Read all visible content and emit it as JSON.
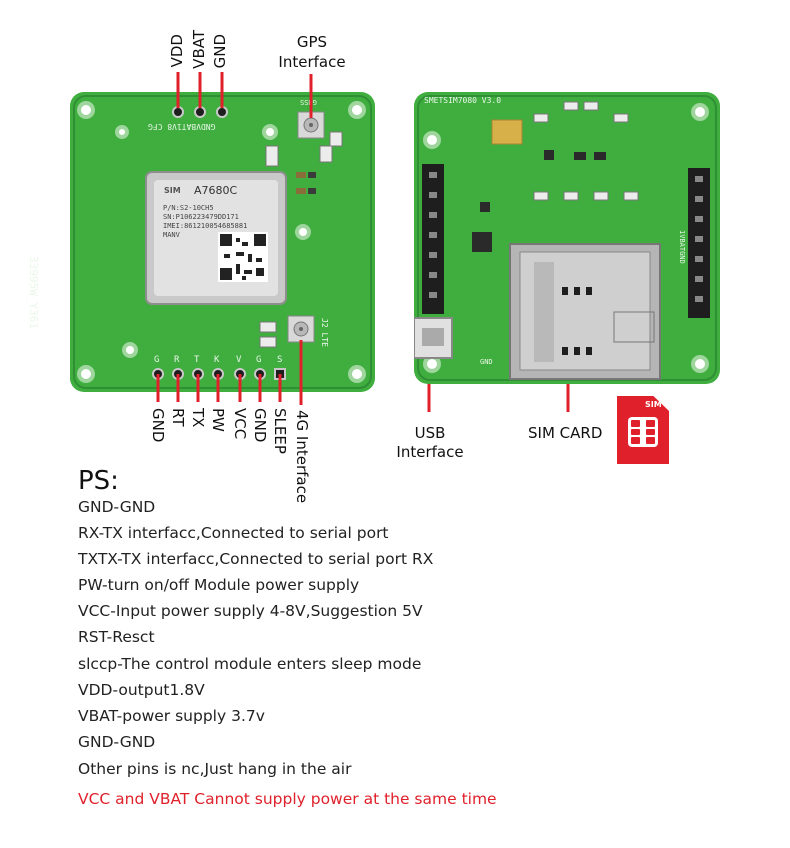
{
  "top_pins": [
    "VDD",
    "VBAT",
    "GND"
  ],
  "gps_label": [
    "GPS",
    "Interface"
  ],
  "bottom_pins": [
    "GND",
    "RT",
    "TX",
    "PW",
    "VCC",
    "GND",
    "SLEEP"
  ],
  "lte_label": "4G Interface",
  "board_left": {
    "silkscreen_top": "GNDVBAT1V8 CFG",
    "silkscreen_side": "33995W_Y361",
    "pin_letters": [
      "G",
      "R",
      "T",
      "K",
      "V",
      "G",
      "S"
    ],
    "lte_tag": "J2 LTE",
    "gnss_tag": "GNSS"
  },
  "module": {
    "brand": "SIM",
    "model": "A7680C",
    "lines": [
      "P/N:S2-10CH5",
      "SN:P106223479DD171",
      "IMEI:861210054685881",
      "MANV"
    ]
  },
  "board_right": {
    "name": "SMETSIM7080 V3.0",
    "vgnd": "1VBATGND",
    "usb_tag": "GND"
  },
  "usb_label": [
    "USB",
    "Interface"
  ],
  "sim_label": "SIM CARD",
  "sim_card_text": "SIM",
  "ps_title": "PS:",
  "notes": [
    "GND-GND",
    "RX-TX interfacc,Connected to serial port",
    "TXTX-TX interfacc,Connected to serial port RX",
    "PW-turn on/off Module power supply",
    "VCC-Input power supply 4-8V,Suggestion 5V",
    "RST-Resct",
    "slccp-The control module enters sleep mode",
    "VDD-output1.8V",
    "VBAT-power supply 3.7v",
    "GND-GND",
    "Other pins is nc,Just hang in the air"
  ],
  "warning": "VCC and VBAT Cannot supply power at the same time",
  "colors": {
    "pcb": "#3fae3f",
    "pcb_dark": "#2f8f34",
    "wire": "#e0212b",
    "sim": "#e0212b",
    "gold": "#d8b04a"
  }
}
